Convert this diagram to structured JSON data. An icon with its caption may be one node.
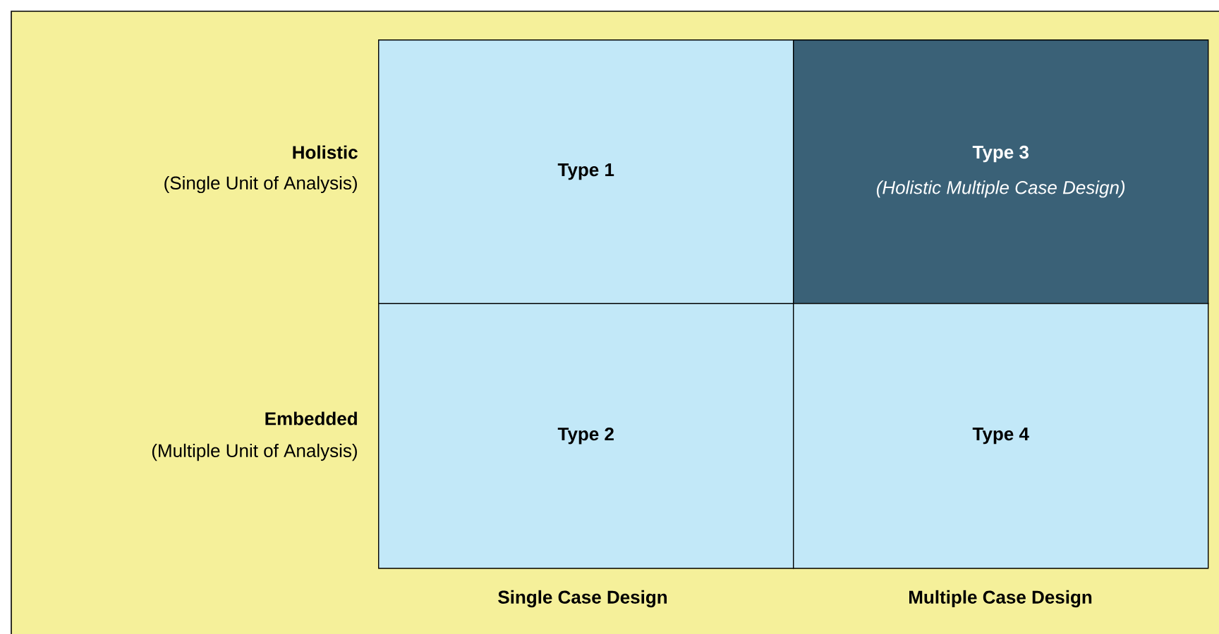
{
  "diagram": {
    "nodes": [
      {
        "text": [
          "Type 1"
        ]
      },
      {
        "text": [
          "Type 3",
          "(Holistic Multiple Case Design)"
        ]
      },
      {
        "text": [
          "Type 2"
        ]
      },
      {
        "text": [
          "Type 4"
        ]
      }
    ],
    "labels": [
      "Holistic",
      "(Single Unit of Analysis)",
      "Embedded",
      "(Multiple Unit of Analysis)",
      "Single Case Design",
      "Multiple Case Design"
    ]
  }
}
